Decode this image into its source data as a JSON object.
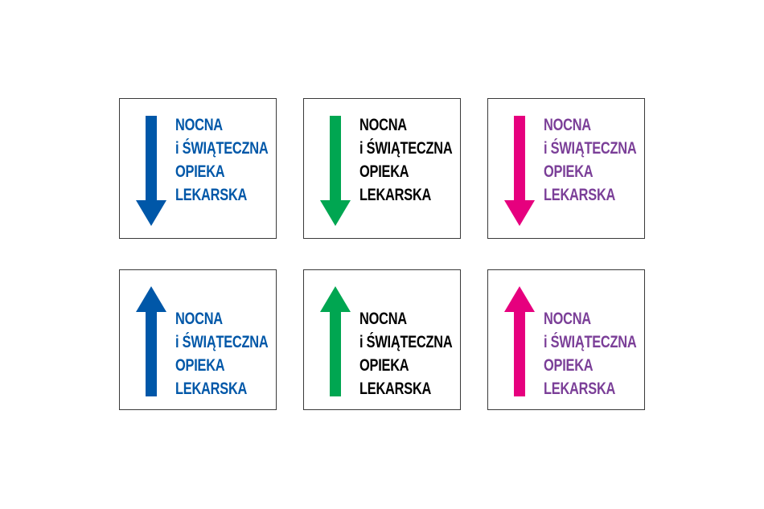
{
  "sign_text": {
    "line1": "NOCNA",
    "line2": "i ŚWIĄTECZNA",
    "line3": "OPIEKA",
    "line4": "LEKARSKA"
  },
  "signs": [
    {
      "direction": "down",
      "arrow_icon": "arrow-down-icon",
      "arrow_color": "#0057A8",
      "text_color": "#0057A8"
    },
    {
      "direction": "down",
      "arrow_icon": "arrow-down-icon",
      "arrow_color": "#00A651",
      "text_color": "#000000"
    },
    {
      "direction": "down",
      "arrow_icon": "arrow-down-icon",
      "arrow_color": "#E6007E",
      "text_color": "#7B3F98"
    },
    {
      "direction": "up",
      "arrow_icon": "arrow-up-icon",
      "arrow_color": "#0057A8",
      "text_color": "#0057A8"
    },
    {
      "direction": "up",
      "arrow_icon": "arrow-up-icon",
      "arrow_color": "#00A651",
      "text_color": "#000000"
    },
    {
      "direction": "up",
      "arrow_icon": "arrow-up-icon",
      "arrow_color": "#E6007E",
      "text_color": "#7B3F98"
    }
  ]
}
